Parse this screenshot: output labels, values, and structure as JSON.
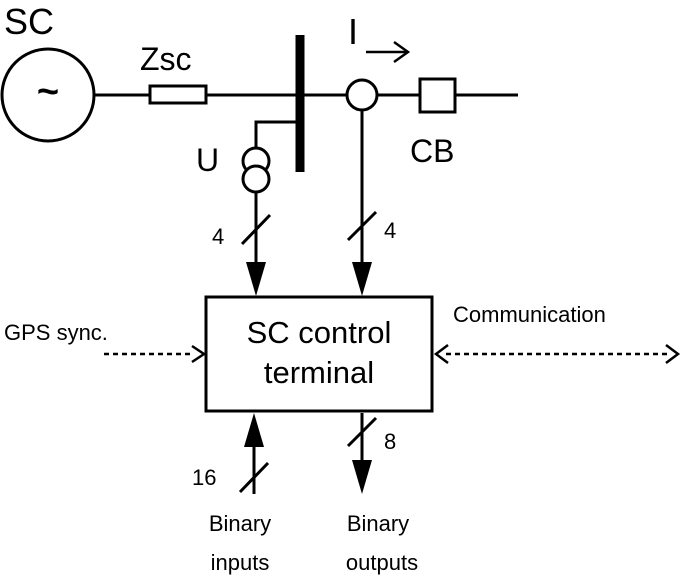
{
  "labels": {
    "source": "SC",
    "impedance": "Zsc",
    "current": "I",
    "voltage": "U",
    "breaker": "CB",
    "voltage_wires": "4",
    "current_wires": "4",
    "gps": "GPS sync.",
    "communication": "Communication",
    "terminal_line1": "SC control",
    "terminal_line2": "terminal",
    "binary_inputs_count": "16",
    "binary_outputs_count": "8",
    "binary_inputs_line1": "Binary",
    "binary_inputs_line2": "inputs",
    "binary_outputs_line1": "Binary",
    "binary_outputs_line2": "outputs"
  },
  "symbols": {
    "source_glyph": "~"
  },
  "colors": {
    "line": "#000000",
    "background": "#ffffff"
  }
}
